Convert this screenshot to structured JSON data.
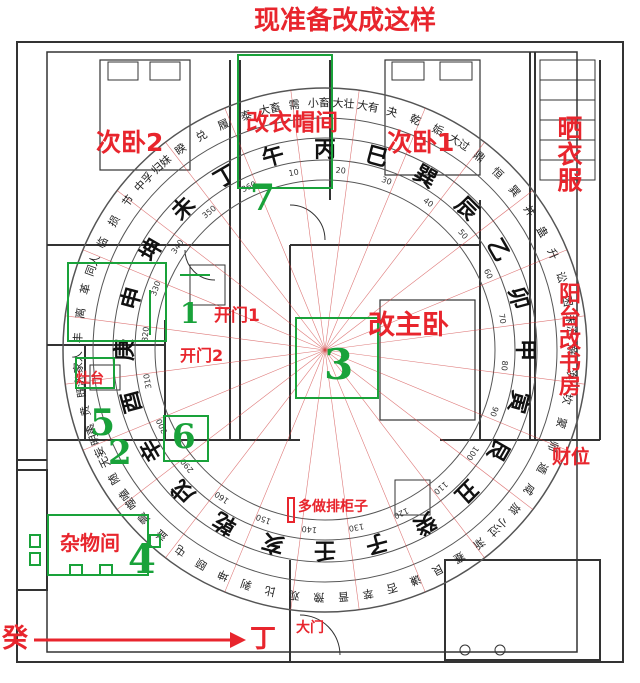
{
  "title": "现准备改成这样",
  "colors": {
    "wall": "#333333",
    "annotation_red": "#e8252d",
    "annotation_green": "#19a23a",
    "compass_line": "#d04040"
  },
  "rooms": {
    "bedroom2": "次卧2",
    "change_closet": "改衣帽间",
    "bedroom1": "次卧1",
    "drying": "晒衣服",
    "master": "改主卧",
    "study": "阳台改书房",
    "wealth": "财位",
    "storage": "杂物间"
  },
  "doors": {
    "door1": "开门1",
    "door2": "开门2",
    "main_door": "大门"
  },
  "notes": {
    "cabinet": "多做排柜子",
    "kitchen": "灶台"
  },
  "direction": {
    "from": "癸",
    "to": "丁"
  },
  "green_numbers": [
    "1",
    "2",
    "3",
    "4",
    "5",
    "6",
    "7"
  ],
  "compass": {
    "trigrams_outer": [
      "乾",
      "戌",
      "辛",
      "酉",
      "庚",
      "申",
      "坤",
      "未",
      "丁",
      "午",
      "丙",
      "巳",
      "巽",
      "辰",
      "乙",
      "卯",
      "甲",
      "寅",
      "艮",
      "丑",
      "癸",
      "子",
      "壬",
      "亥"
    ],
    "hexagrams": [
      "颐",
      "屯",
      "益",
      "震",
      "噬嗑",
      "随",
      "无妄",
      "明夷",
      "贲",
      "既济",
      "家人",
      "丰",
      "离",
      "革",
      "同人",
      "临",
      "损",
      "节",
      "中孚",
      "归妹",
      "睽",
      "兑",
      "履",
      "泰",
      "大畜",
      "需",
      "小畜",
      "大壮",
      "大有",
      "夬",
      "乾",
      "姤",
      "大过",
      "鼎",
      "恒",
      "巽",
      "井",
      "蛊",
      "升",
      "讼",
      "困",
      "未济",
      "解",
      "涣",
      "坎",
      "蒙",
      "师",
      "遁",
      "咸",
      "旅",
      "小过",
      "渐",
      "蹇",
      "艮",
      "谦",
      "否",
      "萃",
      "晋",
      "豫",
      "观",
      "比",
      "剥",
      "坤"
    ],
    "degree_labels": [
      "290",
      "300",
      "310",
      "320",
      "330",
      "340",
      "350",
      "360",
      "10",
      "20",
      "30",
      "40",
      "50",
      "60",
      "70",
      "80",
      "90",
      "100",
      "110",
      "120",
      "130",
      "140",
      "150",
      "160"
    ]
  }
}
